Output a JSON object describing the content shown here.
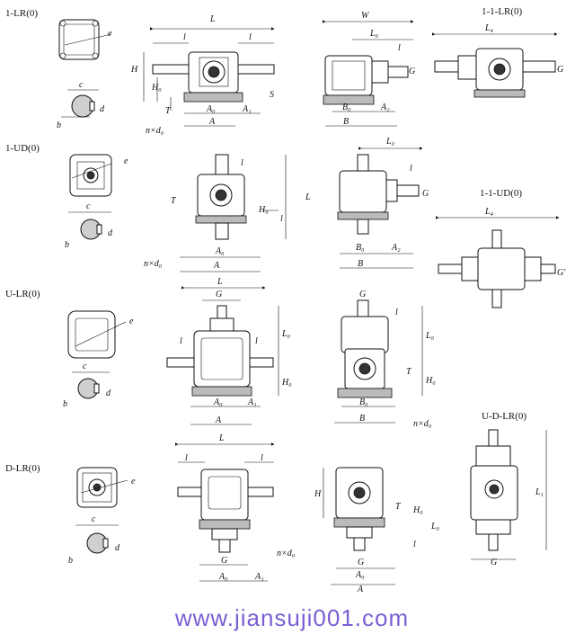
{
  "sections": {
    "lr": "1-LR(0)",
    "ilr": "1-1-LR(0)",
    "ud": "1-UD(0)",
    "iud": "1-1-UD(0)",
    "ulr": "U-LR(0)",
    "udlr": "U-D-LR(0)",
    "dlr": "D-LR(0)"
  },
  "dims": {
    "L": "L",
    "l": "l",
    "W": "W",
    "L0": "L₀",
    "L4": "L₄",
    "L1": "L₁",
    "G": "G",
    "G1": "G'",
    "H": "H",
    "H0": "H₀",
    "T": "T",
    "A": "A",
    "A0": "A₀",
    "A1": "A₁",
    "A2": "A₂",
    "B": "B",
    "B0": "B₀",
    "S": "S",
    "e": "e",
    "c": "c",
    "b": "b",
    "d": "d",
    "nd0": "n×d₀"
  },
  "website": "www.jiansuji001.com"
}
